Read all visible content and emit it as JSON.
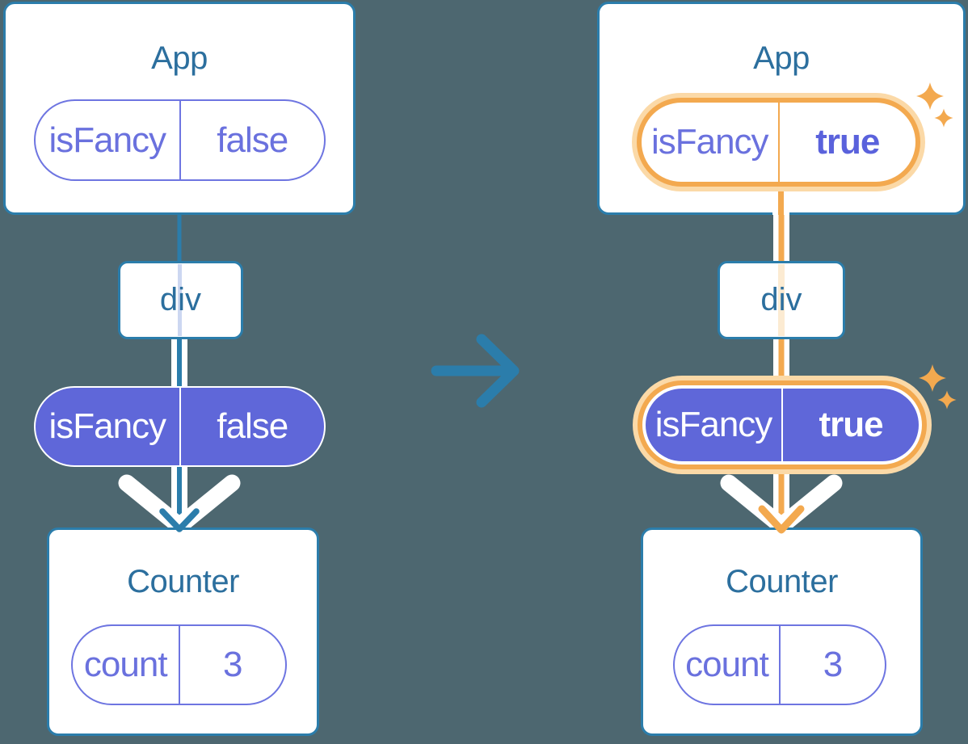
{
  "colors": {
    "background": "#4d6770",
    "card-border": "#2b7dab",
    "heading": "#2c6f9e",
    "purple-border": "#6e75e1",
    "purple-text": "#6a71de",
    "purple-bold": "#5a62dc",
    "purple-fill": "#5f67d9",
    "orange": "#f3a94f",
    "orange-light": "#fbd9a7",
    "orange-faint": "#fcebd2",
    "lavender": "#ccd7f1"
  },
  "left": {
    "app": {
      "title": "App",
      "prop": {
        "name": "isFancy",
        "value": "false"
      }
    },
    "div_node": {
      "label": "div"
    },
    "passed_prop": {
      "name": "isFancy",
      "value": "false"
    },
    "counter": {
      "title": "Counter",
      "state": {
        "name": "count",
        "value": "3"
      }
    }
  },
  "right": {
    "app": {
      "title": "App",
      "prop": {
        "name": "isFancy",
        "value": "true"
      }
    },
    "div_node": {
      "label": "div"
    },
    "passed_prop": {
      "name": "isFancy",
      "value": "true"
    },
    "counter": {
      "title": "Counter",
      "state": {
        "name": "count",
        "value": "3"
      }
    }
  },
  "icons": {
    "transition_arrow": "right-arrow",
    "sparkles": "four-point-sparkle",
    "left_flow_arrowhead": "down-chevron",
    "right_flow_arrowhead": "down-chevron"
  }
}
